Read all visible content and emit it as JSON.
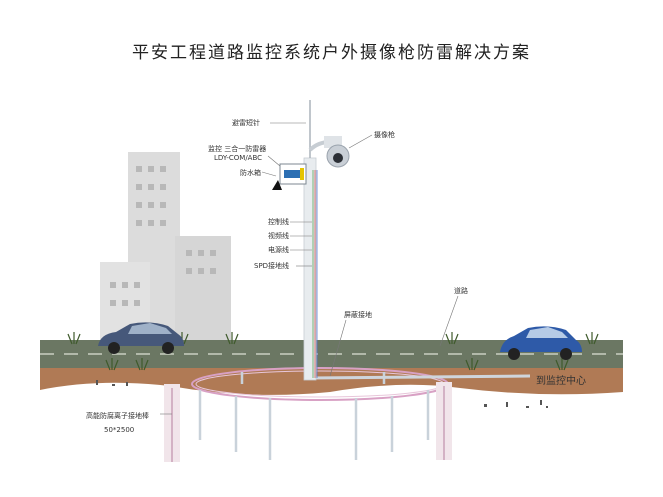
{
  "title": "平安工程道路监控系统户外摄像枪防雷解决方案",
  "labels": {
    "lightning_rod": "避雷短针",
    "camera": "摄像枪",
    "protector_line1": "监控 三合一防雷器",
    "protector_line2": "LDY-COM/ABC",
    "waterproof_box": "防水箱",
    "control_line": "控制线",
    "video_line": "视频线",
    "power_line": "电源线",
    "spd_ground_line": "SPD接地线",
    "shield_ground": "屏蔽接地",
    "road": "道路",
    "to_center": "到监控中心",
    "ground_rod_line1": "高能防腐离子接地棒",
    "ground_rod_line2": "50*2500"
  },
  "colors": {
    "road": "#6b7763",
    "soil": "#b07a55",
    "building": "#dcdcdc",
    "pole": "#e8ecef",
    "ground_ring": "#d8a1c4",
    "car_left": "#46587a",
    "car_right": "#2e5aa8"
  }
}
